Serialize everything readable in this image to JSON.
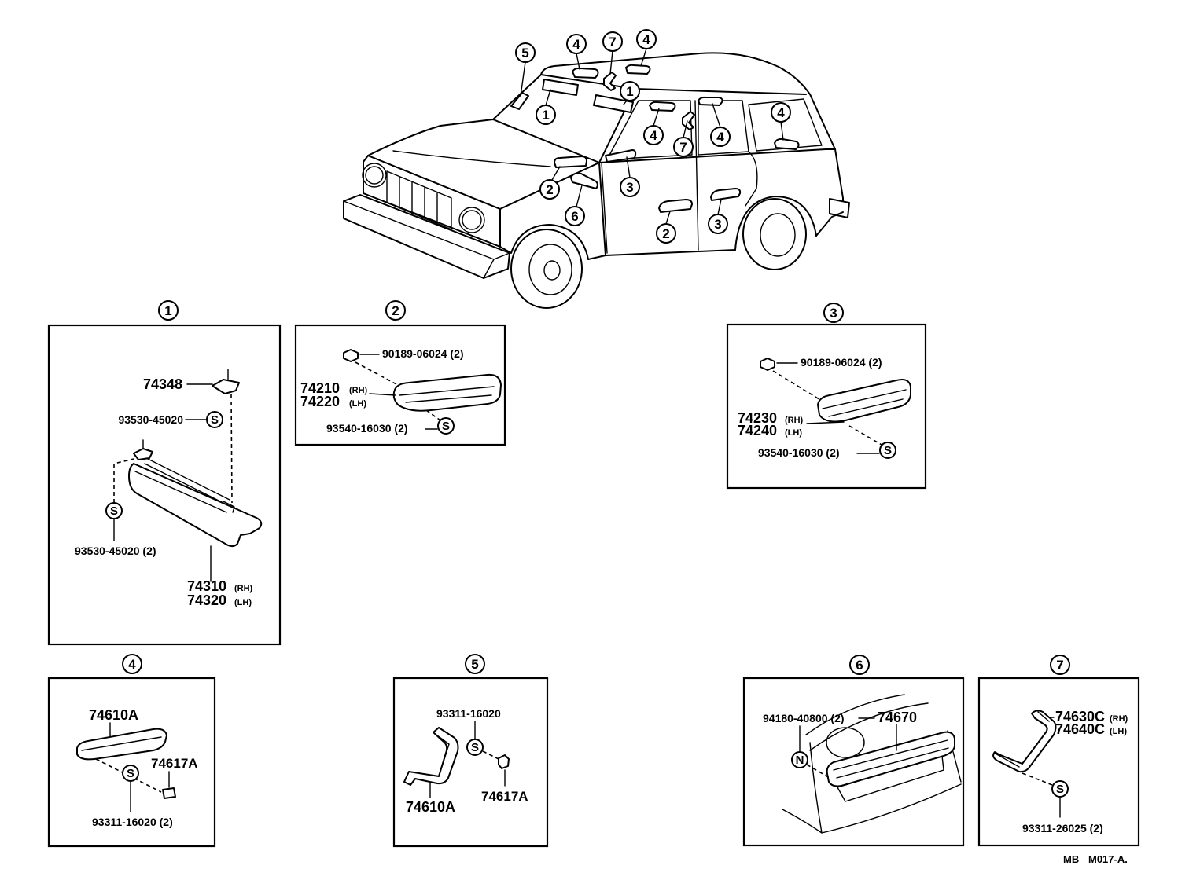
{
  "diagram": {
    "vehicle_callouts": [
      "5",
      "4",
      "7",
      "4",
      "1",
      "1",
      "4",
      "7",
      "4",
      "4",
      "2",
      "3",
      "6",
      "2",
      "3"
    ],
    "symbols": {
      "screw": "S",
      "nut": "N"
    },
    "footer_prefix": "MB",
    "footer_code": "M017-A."
  },
  "panel_1": {
    "label": "1",
    "bracket_part": "74348",
    "bracket_screw_part": "93530-45020",
    "visor_screw_part": "93530-45020 (2)",
    "visor_rh_part": "74310",
    "visor_rh_side": "(RH)",
    "visor_lh_part": "74320",
    "visor_lh_side": "(LH)"
  },
  "panel_2": {
    "label": "2",
    "clip_part": "90189-06024 (2)",
    "grip_rh_part": "74210",
    "grip_rh_side": "(RH)",
    "grip_lh_part": "74220",
    "grip_lh_side": "(LH)",
    "screw_part": "93540-16030 (2)"
  },
  "panel_3": {
    "label": "3",
    "clip_part": "90189-06024 (2)",
    "grip_rh_part": "74230",
    "grip_rh_side": "(RH)",
    "grip_lh_part": "74240",
    "grip_lh_side": "(LH)",
    "screw_part": "93540-16030 (2)"
  },
  "panel_4": {
    "label": "4",
    "grip_part": "74610A",
    "cap_part": "74617A",
    "screw_part": "93311-16020 (2)"
  },
  "panel_5": {
    "label": "5",
    "screw_part": "93311-16020",
    "grip_part": "74610A",
    "cap_part": "74617A"
  },
  "panel_6": {
    "label": "6",
    "nut_part": "94180-40800 (2)",
    "pull_handle_part": "74670"
  },
  "panel_7": {
    "label": "7",
    "grip_rh_part": "74630C",
    "grip_rh_side": "(RH)",
    "grip_lh_part": "74640C",
    "grip_lh_side": "(LH)",
    "screw_part": "93311-26025 (2)"
  }
}
